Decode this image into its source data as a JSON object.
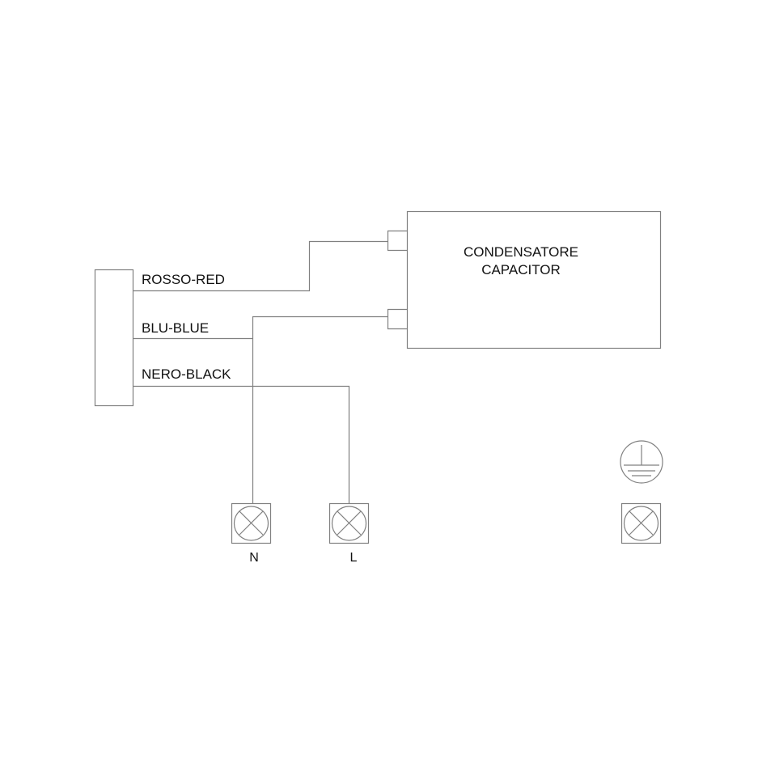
{
  "wires": {
    "red": "ROSSO-RED",
    "blue": "BLU-BLUE",
    "black": "NERO-BLACK"
  },
  "capacitor": {
    "line1": "CONDENSATORE",
    "line2": "CAPACITOR"
  },
  "terminals": {
    "neutral": "N",
    "live": "L"
  },
  "colors": {
    "stroke": "#808080",
    "text": "#111111"
  }
}
